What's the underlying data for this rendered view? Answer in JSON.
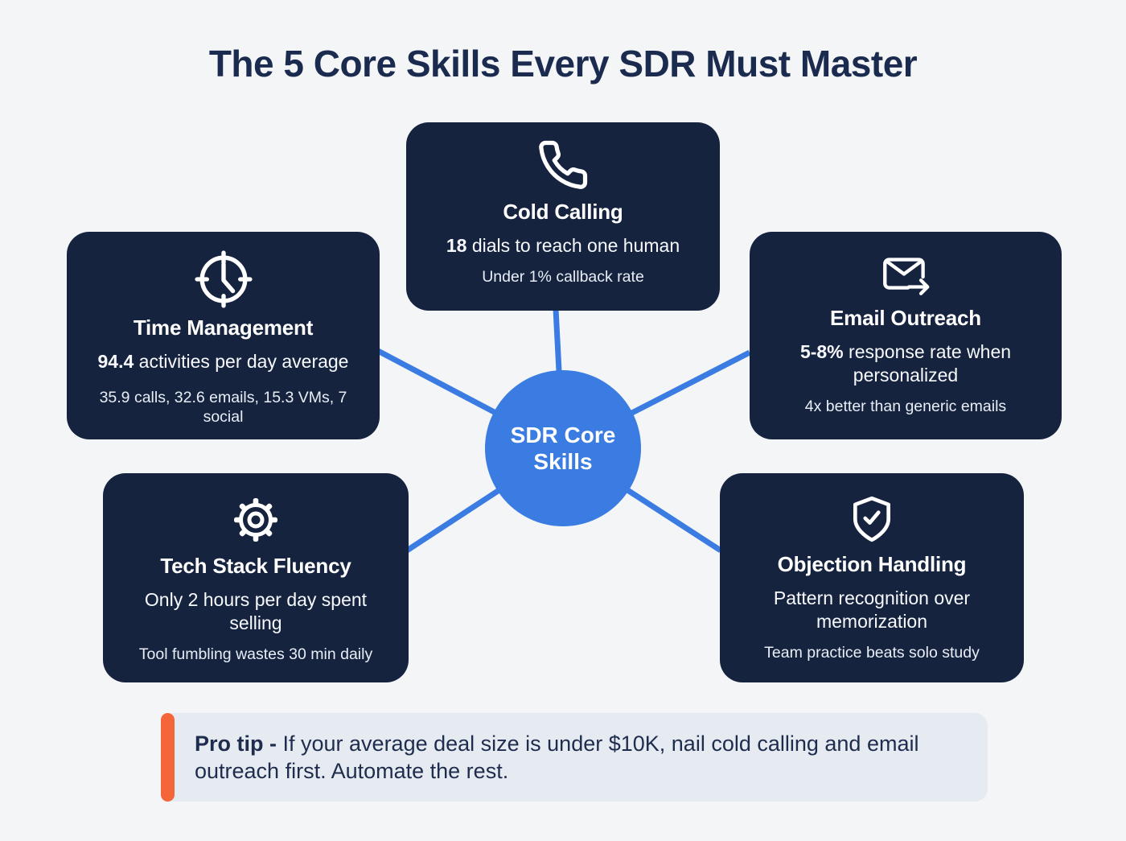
{
  "page": {
    "title": "The 5 Core Skills Every SDR Must Master",
    "background_color": "#f3f5f7",
    "title_color": "#1b2b4f"
  },
  "center": {
    "label": "SDR Core Skills",
    "color": "#3b7ce2"
  },
  "colors": {
    "card_background": "#15233f",
    "connector_blue": "#3b7ce2",
    "protip_background": "#e6eaf1",
    "protip_accent": "#f4663a"
  },
  "cards": [
    {
      "id": "cold-calling",
      "icon": "phone-icon",
      "title": "Cold Calling",
      "stat_strong": "18",
      "stat_rest": " dials to reach one human",
      "subtext": "Under 1% callback rate"
    },
    {
      "id": "time-management",
      "icon": "clock-icon",
      "title": "Time Management",
      "stat_strong": "94.4",
      "stat_rest": " activities per day average",
      "subtext": "35.9 calls, 32.6 emails, 15.3 VMs, 7 social"
    },
    {
      "id": "email-outreach",
      "icon": "send-email-icon",
      "title": "Email Outreach",
      "stat_strong": "5-8%",
      "stat_rest": " response rate when personalized",
      "subtext": "4x better than generic emails"
    },
    {
      "id": "tech-stack-fluency",
      "icon": "gear-icon",
      "title": "Tech Stack Fluency",
      "stat_strong": "",
      "stat_rest": "Only 2 hours per day spent selling",
      "subtext": "Tool fumbling wastes 30 min daily"
    },
    {
      "id": "objection-handling",
      "icon": "shield-check-icon",
      "title": "Objection Handling",
      "stat_strong": "",
      "stat_rest": "Pattern recognition over memorization",
      "subtext": "Team practice beats solo study"
    }
  ],
  "protip": {
    "label": "Pro tip -",
    "text": " If your average deal size is under $10K, nail cold calling and email outreach first. Automate the rest."
  }
}
